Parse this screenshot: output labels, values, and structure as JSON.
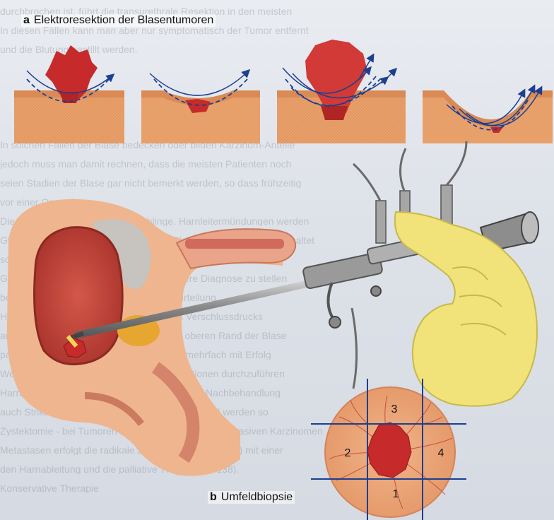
{
  "figure": {
    "panel_a": {
      "letter": "a",
      "title": "Elektroresektion der Blasentumoren"
    },
    "panel_b": {
      "letter": "b",
      "title": "Umfeldbiopsie"
    },
    "quadrants": [
      "1",
      "2",
      "3",
      "4"
    ]
  },
  "background_text_lines": [
    "durchbrochen ist, führt die transurethrale Resektion in den meisten",
    "In diesen Fällen kann man aber nur symptomatisch der Tumor entfernt",
    "und die Blutung gestillt werden.",
    "",
    "",
    "",
    "",
    "In solchen Fällen der Blase bedecken oder bilden Karzinom-Anteile",
    "jedoch muss man damit rechnen, dass die meisten Patienten noch",
    "seien Stadien der Blase gar nicht bemerkt werden, so dass frühzeitig",
    "vor einer Operation",
    "Die Resektion erfolgt mit einer Schlinge. Harnleitermündungen werden",
    "Glied Prostata - Resektionsschlinge im Blasenhalsbereich eingeschaltet",
    "schneidet man die Blase bis ins Muskelgewebe. Dabei wird das",
    "Gewebe vollständig entfernt, um eine sichere Diagnose zu stellen",
    "bei der nachfolgenden histologischen Beurteilung",
    "Harnröhre entfernt bei einer Messung des Verschlussdrucks",
    "ausführen. Die Nachresektion werden am oberen Rand der Blase",
    "pathologische Restbefunde erkennen, die mehrfach mit Erfolg",
    "Weitere Maßnahmen sind bei den Komplikationen durchzuführen",
    "Harnröhrenstriktur und Resektion eine längere Nachbehandlung",
    "auch Strikturen der Urethra werden behandelt und werden so",
    "Zystektomie - bei Tumoren mit Invasion und muskelinvasiven Karzinomen",
    "Metastasen erfolgt die radikale Zystektomie (Abb. 8.14) mit einer",
    "den Harnableitung und die palliative Therapie, S. 138).",
    "Konservative Therapie"
  ],
  "colors": {
    "tissue": "#e8a06a",
    "tissue_dark": "#c9773f",
    "tumor": "#c62a2a",
    "tumor_light": "#d94848",
    "instrument": "#8c8c8c",
    "glove": "#f1e27a",
    "cut_line": "#1d3f8f"
  }
}
